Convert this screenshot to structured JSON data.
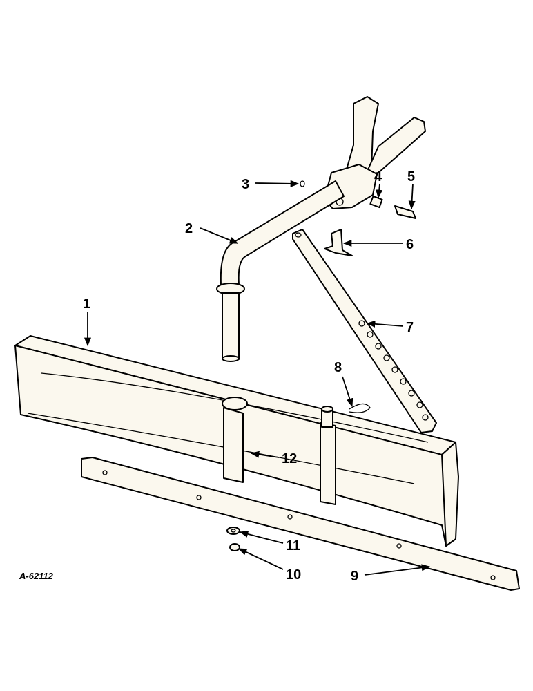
{
  "diagram": {
    "reference_code": "A-62112",
    "callouts": [
      {
        "id": "1",
        "text": "1",
        "part": "moldboard-blade"
      },
      {
        "id": "2",
        "text": "2",
        "part": "push-arm"
      },
      {
        "id": "3",
        "text": "3",
        "part": "small-fitting"
      },
      {
        "id": "4",
        "text": "4",
        "part": "spring"
      },
      {
        "id": "5",
        "text": "5",
        "part": "bolt"
      },
      {
        "id": "6",
        "text": "6",
        "part": "tee-pin"
      },
      {
        "id": "7",
        "text": "7",
        "part": "angle-bar"
      },
      {
        "id": "8",
        "text": "8",
        "part": "hair-pin-clip"
      },
      {
        "id": "9",
        "text": "9",
        "part": "cutting-edge"
      },
      {
        "id": "10",
        "text": "10",
        "part": "lock-washer"
      },
      {
        "id": "11",
        "text": "11",
        "part": "nut"
      },
      {
        "id": "12",
        "text": "12",
        "part": "bolt-small"
      }
    ]
  }
}
